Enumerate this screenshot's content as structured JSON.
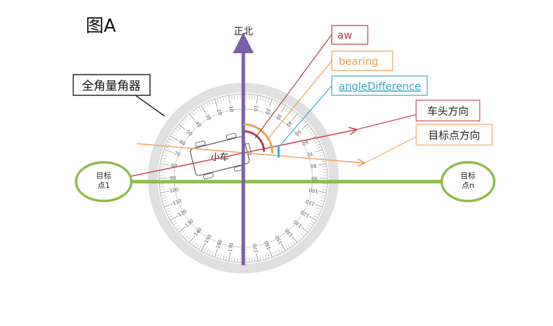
{
  "figure_label": "图A",
  "north_label": "正北",
  "protractor_label": "全角量角器",
  "car_label": "小车",
  "legend": [
    {
      "key": "aw",
      "label": "aw",
      "color": "#b23a48"
    },
    {
      "key": "bearing",
      "label": "bearing",
      "color": "#e8a04a"
    },
    {
      "key": "angleDifference",
      "label": "angleDifference",
      "color": "#3aa7c2"
    }
  ],
  "heading_label": "车头方向",
  "target_dir_label": "目标点方向",
  "target_left_label": "目标\n点1",
  "target_right_label": "目标\n点n",
  "protractor_numbers": [
    "0",
    "10",
    "20",
    "30",
    "40",
    "50",
    "60",
    "70",
    "80",
    "90",
    "100",
    "110",
    "120",
    "130",
    "140",
    "150",
    "160",
    "170",
    "180",
    "-170",
    "-160",
    "-150",
    "-140",
    "-130",
    "-120",
    "-110",
    "-100",
    "-90",
    "-80",
    "-70",
    "-60",
    "-50",
    "-40",
    "-30",
    "-20",
    "-10"
  ],
  "colors": {
    "north_axis": "#7b5ea7",
    "target_line": "#8dbb4c",
    "heading_line": "#c94b5b",
    "target_dir_line": "#f0a65a",
    "protractor": "#b9b9b9",
    "label_border": "#222222"
  }
}
